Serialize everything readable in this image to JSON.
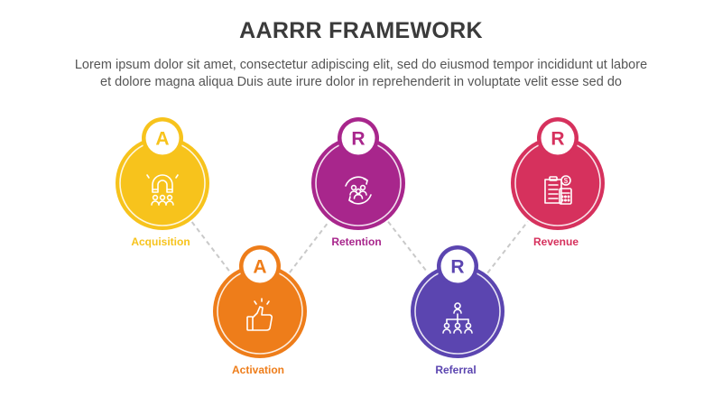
{
  "header": {
    "title": "AARRR FRAMEWORK",
    "subtitle_line1": "Lorem ipsum dolor sit amet, consectetur adipiscing elit, sed do eiusmod tempor incididunt ut labore",
    "subtitle_line2": "et dolore magna aliqua Duis aute irure dolor in reprehenderit in voluptate velit esse sed do"
  },
  "stages": [
    {
      "id": "acquisition",
      "letter": "A",
      "label": "Acquisition",
      "color": "#f7c31c",
      "icon": "magnet-people-icon",
      "row": "top"
    },
    {
      "id": "activation",
      "letter": "A",
      "label": "Activation",
      "color": "#ee7d1a",
      "icon": "thumbs-up-icon",
      "row": "bottom"
    },
    {
      "id": "retention",
      "letter": "R",
      "label": "Retention",
      "color": "#a8268c",
      "icon": "cycle-people-icon",
      "row": "top"
    },
    {
      "id": "referral",
      "letter": "R",
      "label": "Referral",
      "color": "#5b45b0",
      "icon": "network-people-icon",
      "row": "bottom"
    },
    {
      "id": "revenue",
      "letter": "R",
      "label": "Revenue",
      "color": "#d6315d",
      "icon": "invoice-calculator-icon",
      "row": "top"
    }
  ],
  "connector": {
    "style": "dashed",
    "color": "#c9c9c9"
  }
}
